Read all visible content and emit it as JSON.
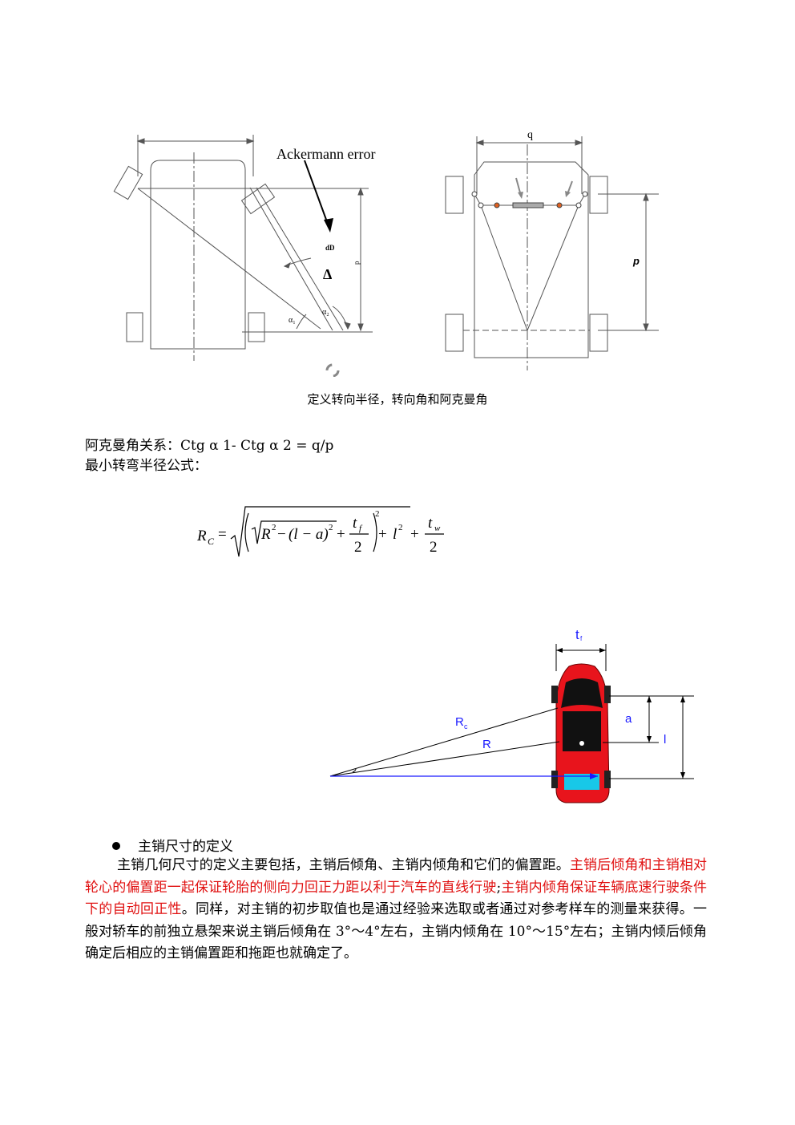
{
  "figure1": {
    "label_ackermann": "Ackermann error",
    "label_dD": "dD",
    "label_delta": "Δ",
    "label_p_left": "p",
    "label_alpha1": "α₁",
    "label_alpha2": "α₂",
    "label_q": "q",
    "label_p_right": "p",
    "caption": "定义转向半径，转向角和阿克曼角"
  },
  "text": {
    "ackermann_relation": "阿克曼角关系：Ctg α 1- Ctg  α 2 = q/p",
    "min_radius_title": "最小转弯半径公式："
  },
  "formula": {
    "lhs": "R",
    "lhs_sub": "C",
    "equals": "=",
    "r2": "R",
    "term_l_minus_a": "(l − a)",
    "tf": "t",
    "tf_sub": "f",
    "two": "2",
    "l2": "l",
    "tw": "t",
    "tw_sub": "w",
    "exp2": "2"
  },
  "figure2": {
    "label_tf": "t",
    "label_tf_sub": "f",
    "label_Rc": "R",
    "label_Rc_sub": "c",
    "label_R": "R",
    "label_a": "a",
    "label_l": "l"
  },
  "section": {
    "heading": "主销尺寸的定义",
    "para_part1": "主销几何尺寸的定义主要包括，主销后倾角、主销内倾角和它们的偏置距。",
    "para_red1": "主销后倾角和主销相对轮心的偏置距一起保证轮胎的侧向力回正力距以利于汽车的直线行驶",
    "para_semicolon": ";",
    "para_red2": "主销内倾角保证车辆底速行驶条件下的自动回正性",
    "para_part2": "。同样，对主销的初步取值也是通过经验来选取或者通过对参考样车的测量来获得。一般对轿车的前独立悬架来说主销后倾角在 3°～4°左右，主销内倾角在 10°～15°左右；主销内倾后倾角确定后相应的主销偏置距和拖距也就确定了。"
  },
  "colors": {
    "red_text": "#e01010",
    "car_red": "#e8141c",
    "blue": "#1a1aff",
    "gray": "#888888"
  }
}
